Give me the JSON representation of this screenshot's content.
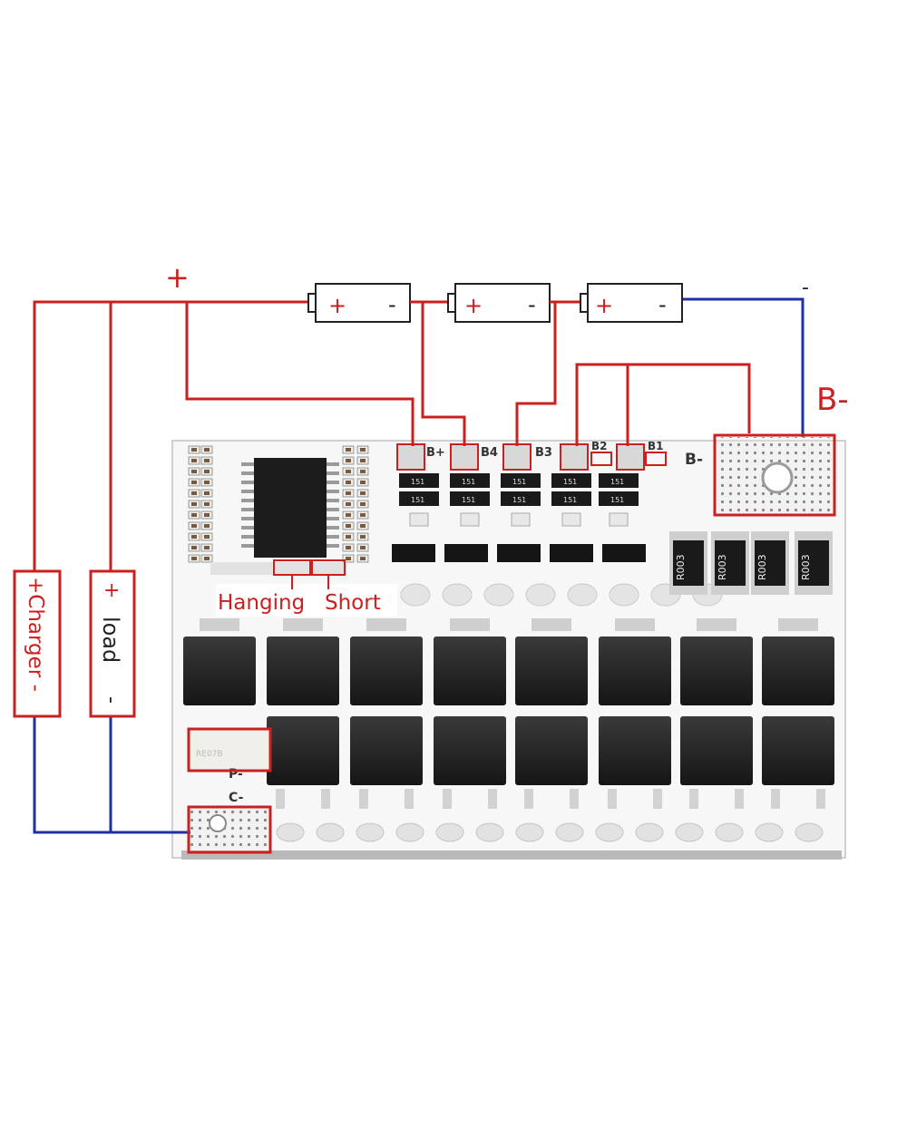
{
  "wire_colors": {
    "positive": "#cc1f1f",
    "negative": "#1f2fa8"
  },
  "labels": {
    "plus_top": "+",
    "minus_top": "-",
    "b_minus_big": "B-",
    "charger": "+Charger -",
    "load_plus": "+",
    "load_text": "load",
    "load_minus": "-",
    "hanging": "Hanging",
    "short": "Short",
    "pad_b_plus": "B+",
    "pad_b4": "B4",
    "pad_b3": "B3",
    "pad_b2": "B2",
    "pad_b1": "B1",
    "pad_b_minus": "B-",
    "pad_p_minus": "P-",
    "pad_c_minus": "C-"
  },
  "batteries": [
    {
      "plus": "+",
      "minus": "-"
    },
    {
      "plus": "+",
      "minus": "-"
    },
    {
      "plus": "+",
      "minus": "-"
    }
  ],
  "chip_labels": {
    "resistor": "151",
    "shunt": "R003"
  }
}
